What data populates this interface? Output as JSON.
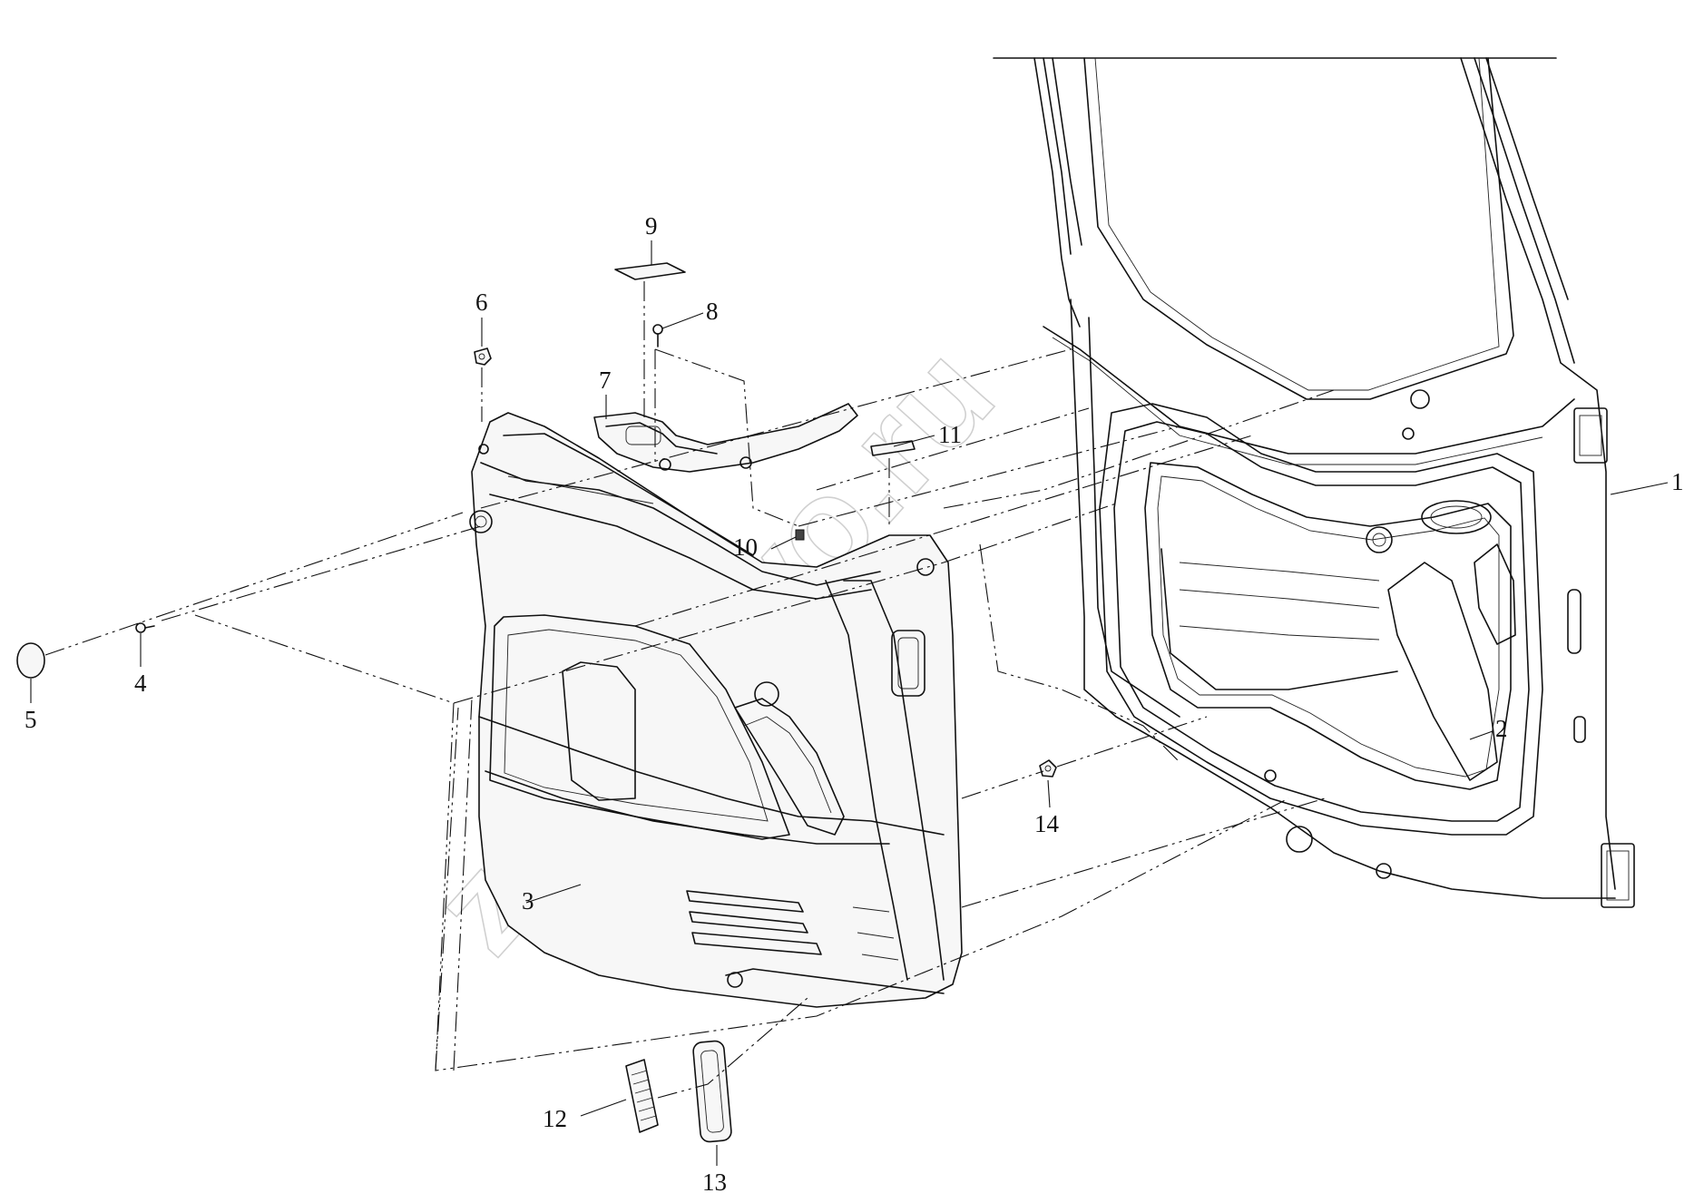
{
  "watermark": {
    "text": "zapvolvo.ru"
  },
  "callouts": [
    {
      "id": "1",
      "label": "1"
    },
    {
      "id": "2",
      "label": "2"
    },
    {
      "id": "3",
      "label": "3"
    },
    {
      "id": "4",
      "label": "4"
    },
    {
      "id": "5",
      "label": "5"
    },
    {
      "id": "6",
      "label": "6"
    },
    {
      "id": "7",
      "label": "7"
    },
    {
      "id": "8",
      "label": "8"
    },
    {
      "id": "9",
      "label": "9"
    },
    {
      "id": "10",
      "label": "10"
    },
    {
      "id": "11",
      "label": "11"
    },
    {
      "id": "12",
      "label": "12"
    },
    {
      "id": "13",
      "label": "13"
    },
    {
      "id": "14",
      "label": "14"
    }
  ]
}
